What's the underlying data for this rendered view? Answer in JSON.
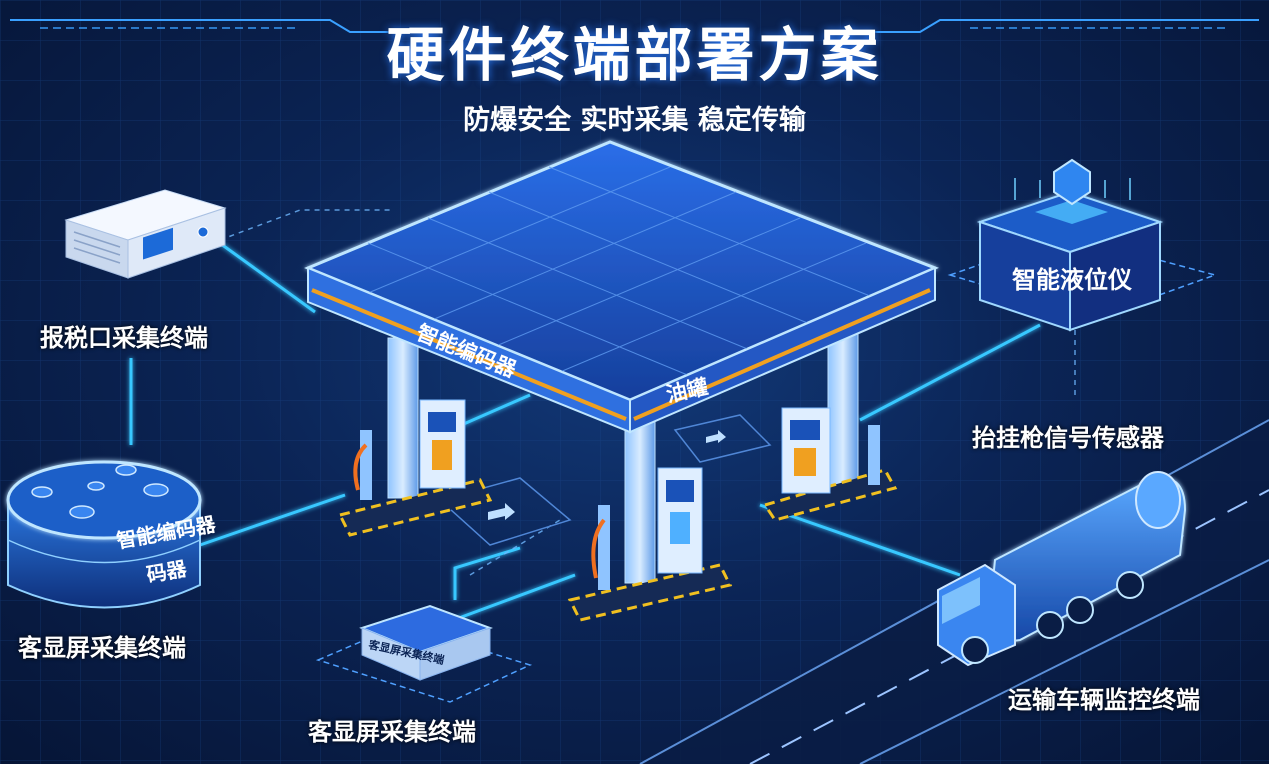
{
  "title": "硬件终端部署方案",
  "subtitle": "防爆安全 实时采集 稳定传输",
  "canopy": {
    "left_sign": "智能编码器",
    "right_sign": "油罐"
  },
  "devices": {
    "tax_terminal": {
      "label": "报税口采集终端"
    },
    "tank": {
      "label_line1": "智能编码器",
      "label_line2": "码器",
      "caption": "客显屏采集终端"
    },
    "level_meter": {
      "box_text": "智能液位仪"
    },
    "nozzle_sensor": {
      "label": "抬挂枪信号传感器"
    },
    "display_box": {
      "screen_text": "客显屏采集终端",
      "caption": "客显屏采集终端"
    },
    "truck": {
      "caption": "运输车辆监控终端"
    }
  },
  "colors": {
    "background": "#0b2455",
    "line": "#38c8ff",
    "accent_orange": "#f0a020",
    "canopy": "#1a56c8"
  }
}
